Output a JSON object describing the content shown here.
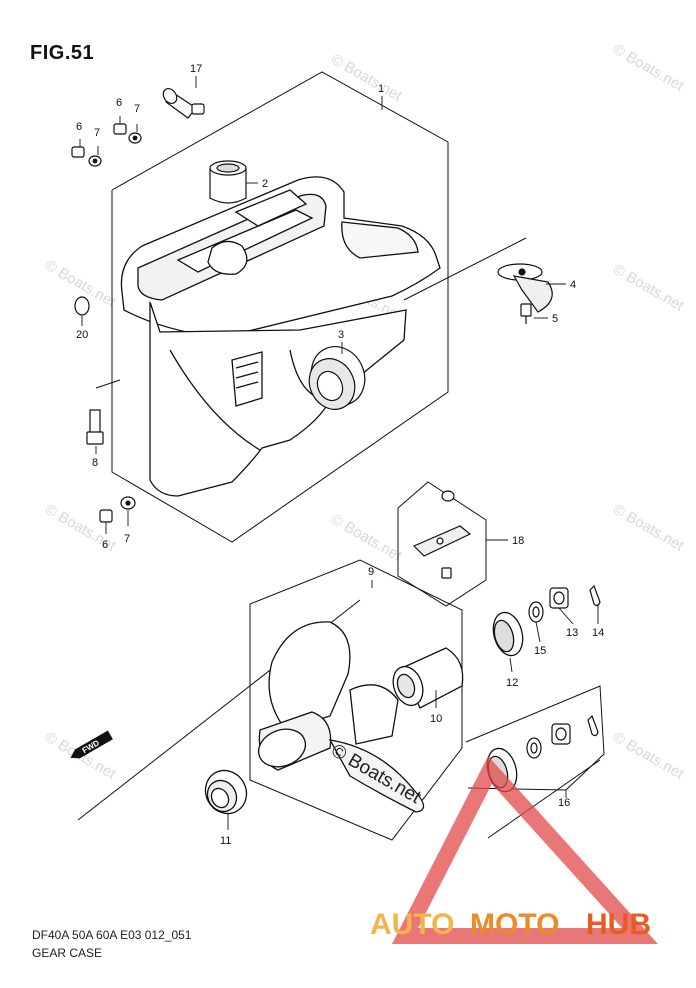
{
  "figure": {
    "title": "FIG.51",
    "model_line": "DF40A 50A 60A E03 012_051",
    "section_name": "GEAR CASE"
  },
  "part_labels": {
    "p1": "1",
    "p2": "2",
    "p3": "3",
    "p4": "4",
    "p5": "5",
    "p6a": "6",
    "p6b": "6",
    "p6c": "6",
    "p7a": "7",
    "p7b": "7",
    "p7c": "7",
    "p8": "8",
    "p9": "9",
    "p10": "10",
    "p11": "11",
    "p12": "12",
    "p13": "13",
    "p14": "14",
    "p15": "15",
    "p16": "16",
    "p17": "17",
    "p18": "18",
    "p20": "20"
  },
  "forward_arrow": {
    "label": "FWD"
  },
  "watermark": {
    "text": "© Boats.net"
  },
  "brand_logo": {
    "part1": "AUTO",
    "part2": "MOTO",
    "part3": "HUB"
  }
}
